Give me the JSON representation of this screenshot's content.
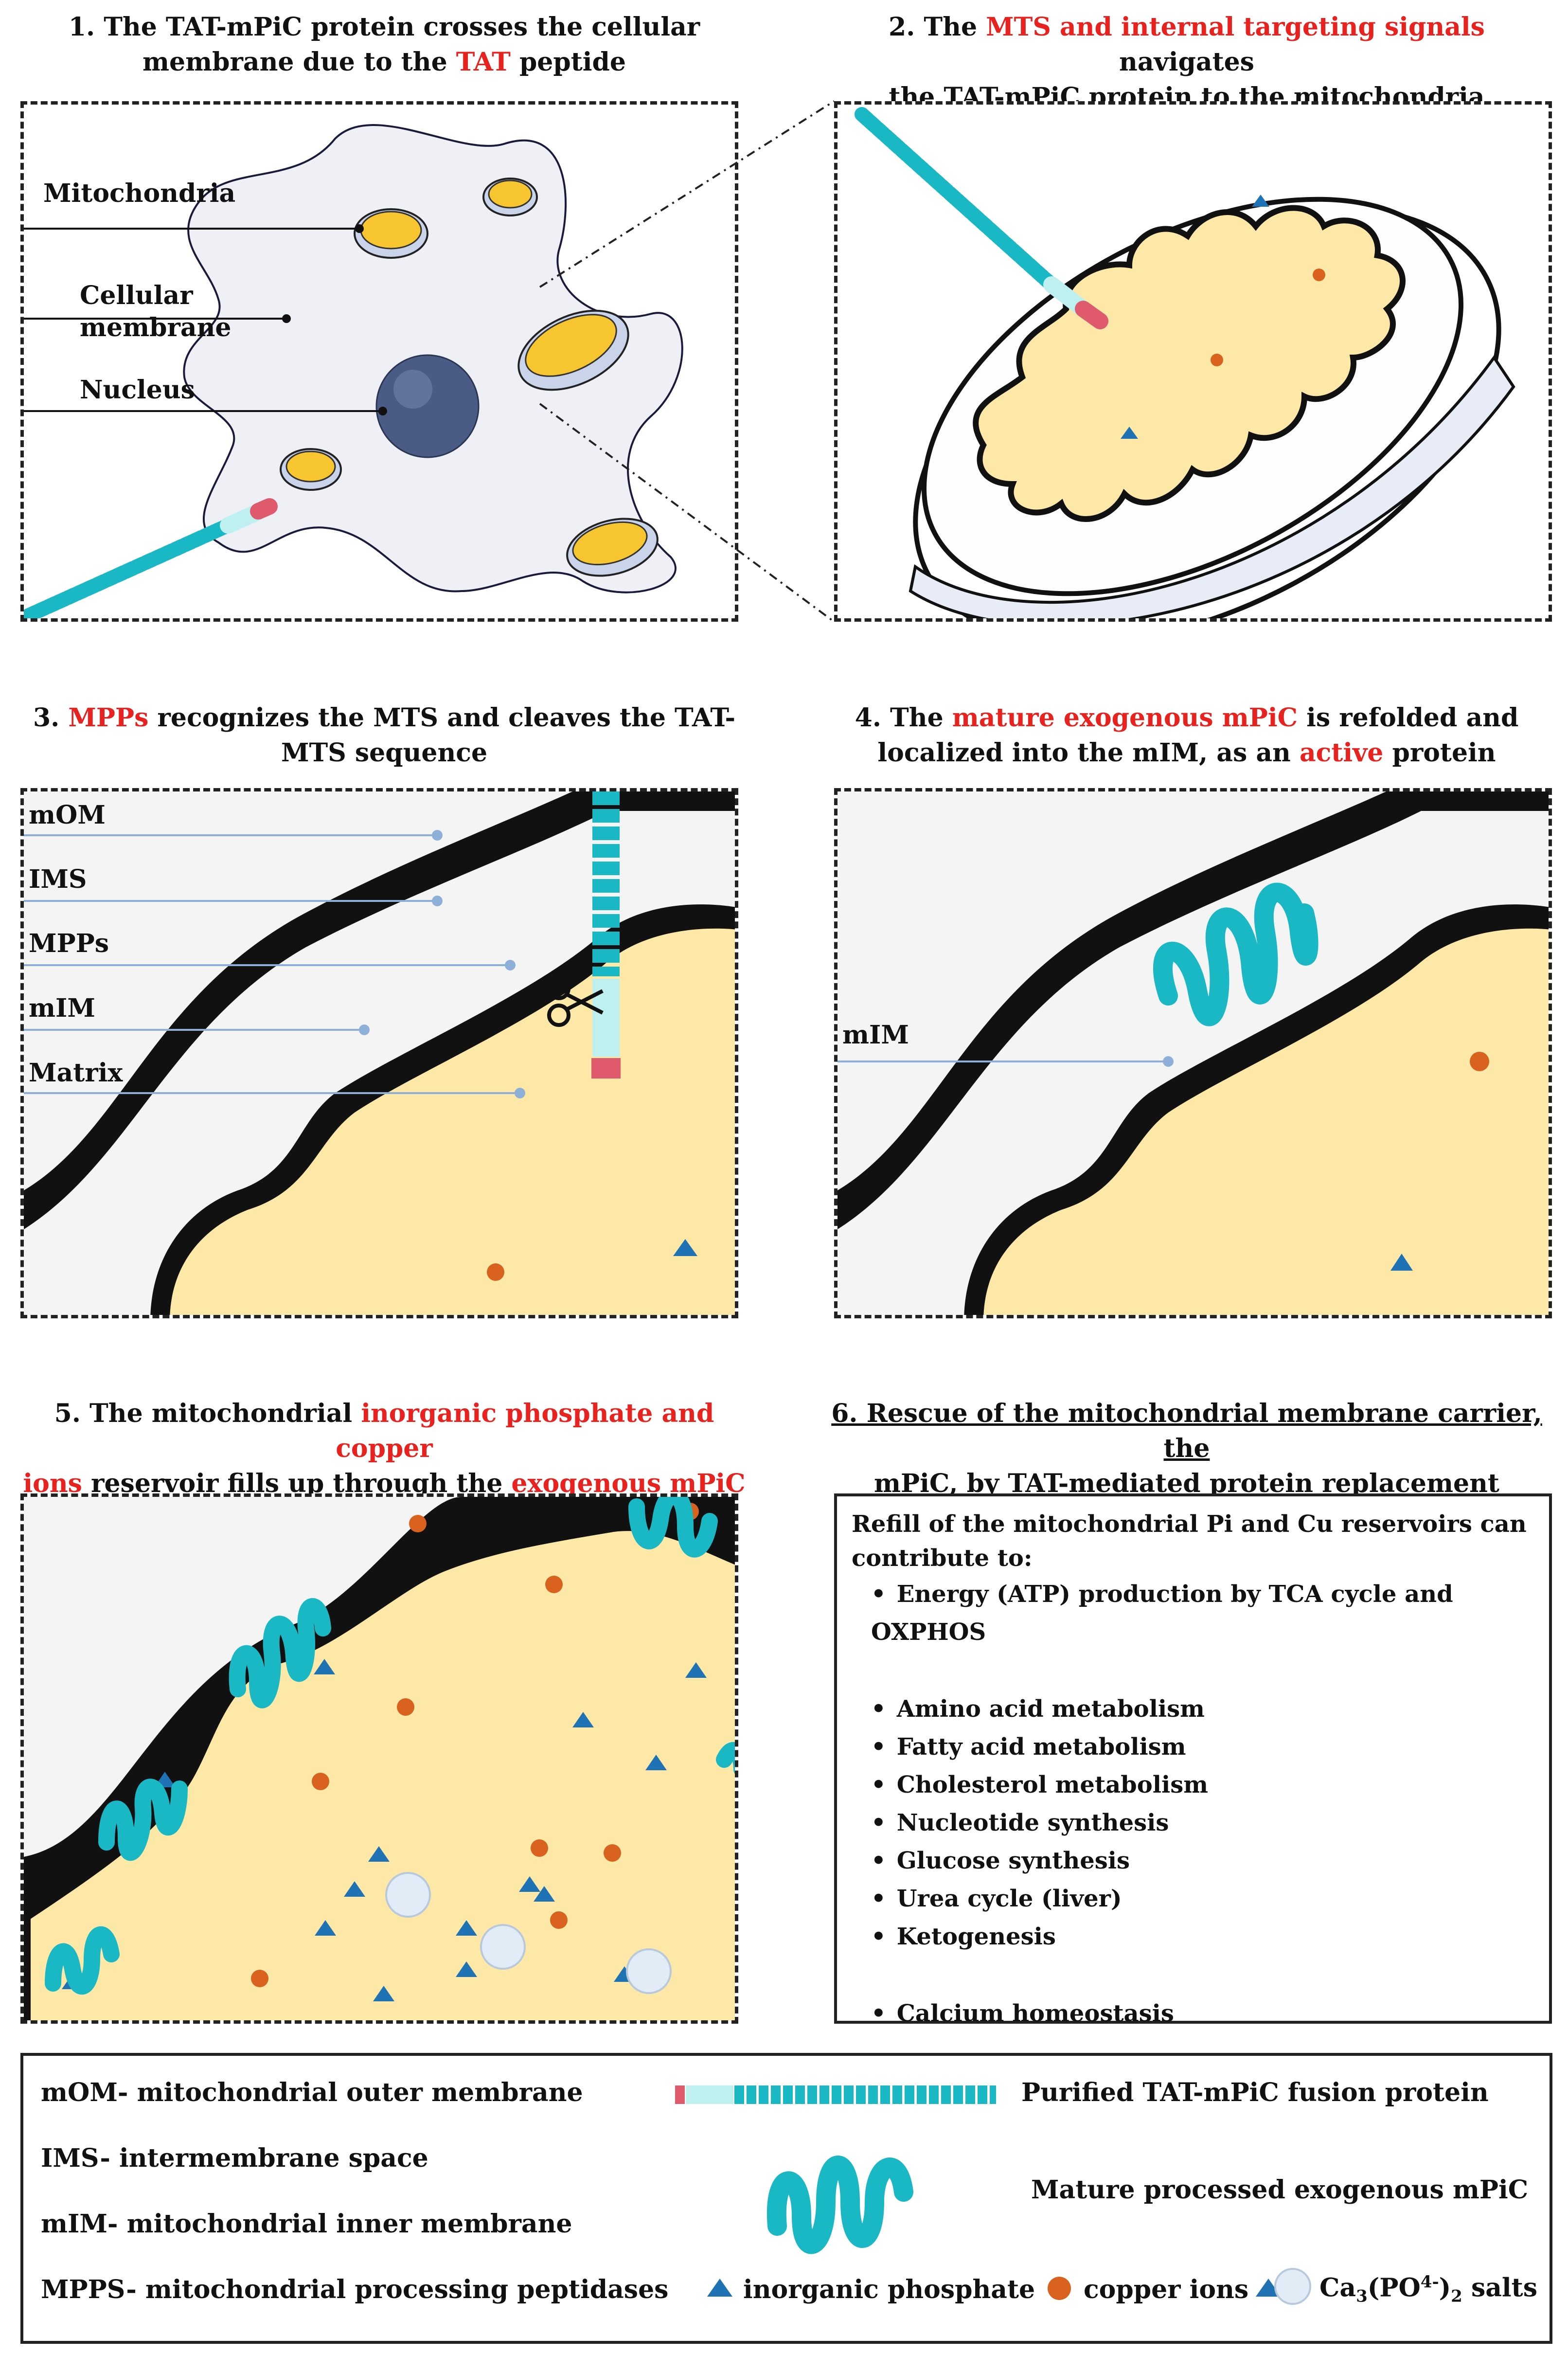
{
  "panel1": {
    "title_a": "1. The TAT-mPiC protein crosses the cellular",
    "title_b_prefix": "membrane due to the ",
    "title_b_red": "TAT",
    "title_b_suffix": " peptide",
    "labels": {
      "mitochondria": "Mitochondria",
      "cellular": "Cellular",
      "membrane": "membrane",
      "nucleus": "Nucleus"
    }
  },
  "panel2": {
    "title_a_prefix": "2. The ",
    "title_a_red": "MTS and internal targeting signals",
    "title_a_suffix": " navigates",
    "title_b": "the TAT-mPiC protein to the mitochondria"
  },
  "panel3": {
    "title_a_prefix": "3. ",
    "title_a_red": "MPPs",
    "title_a_suffix": " recognizes the MTS and cleaves the TAT-",
    "title_b": "MTS sequence",
    "labels": [
      "mOM",
      "IMS",
      "MPPs",
      "mIM",
      "Matrix"
    ]
  },
  "panel4": {
    "title_a_prefix": "4. The ",
    "title_a_red": "mature exogenous mPiC",
    "title_a_suffix": " is refolded and",
    "title_b_prefix": "localized into the mIM, as an ",
    "title_b_red": "active",
    "title_b_suffix": " protein",
    "label": "mIM"
  },
  "panel5": {
    "title_a_prefix": "5. The mitochondrial ",
    "title_a_red": "inorganic phosphate and copper",
    "title_b_red1": "ions",
    "title_b_mid": " reservoir fills up through the ",
    "title_b_red2": "exogenous mPiC"
  },
  "panel6": {
    "title_a": "6. Rescue of the mitochondrial membrane carrier, the",
    "title_b": "mPiC, by TAT-mediated protein replacement treatment:",
    "intro_a": "Refill of the mitochondrial Pi and Cu reservoirs can",
    "intro_b": "contribute to:",
    "items": [
      "Energy (ATP) production by TCA cycle and OXPHOS",
      "Amino acid metabolism",
      "Fatty acid metabolism",
      "Cholesterol metabolism",
      "Nucleotide synthesis",
      "Glucose synthesis",
      "Urea cycle (liver)",
      "Ketogenesis",
      "Calcium homeostasis"
    ],
    "bullet": "•"
  },
  "legend": {
    "abbrev": [
      "mOM- mitochondrial outer membrane",
      "IMS- intermembrane space",
      "mIM- mitochondrial inner membrane",
      "MPPS- mitochondrial processing peptidases"
    ],
    "fusion": "Purified TAT-mPiC fusion protein",
    "mature": "Mature processed exogenous mPiC",
    "phosphate": "inorganic phosphate",
    "copper": "copper ions",
    "salts_main": "Ca",
    "salts_sub1": "3",
    "salts_mid": "(PO",
    "salts_sup": "4-",
    "salts_close": ")",
    "salts_sub2": "2",
    "salts_end": " salts"
  },
  "colors": {
    "accent_red": "#e8231f",
    "teal": "#19b8c4",
    "matrix_yellow": "#fde8a8",
    "cristae_yellow": "#f6c530",
    "copper": "#d9621e",
    "phosphate": "#1f72b3",
    "nucleus": "#4a5c85",
    "cell": "#eef0f5",
    "label_line": "#8eb0d8"
  }
}
